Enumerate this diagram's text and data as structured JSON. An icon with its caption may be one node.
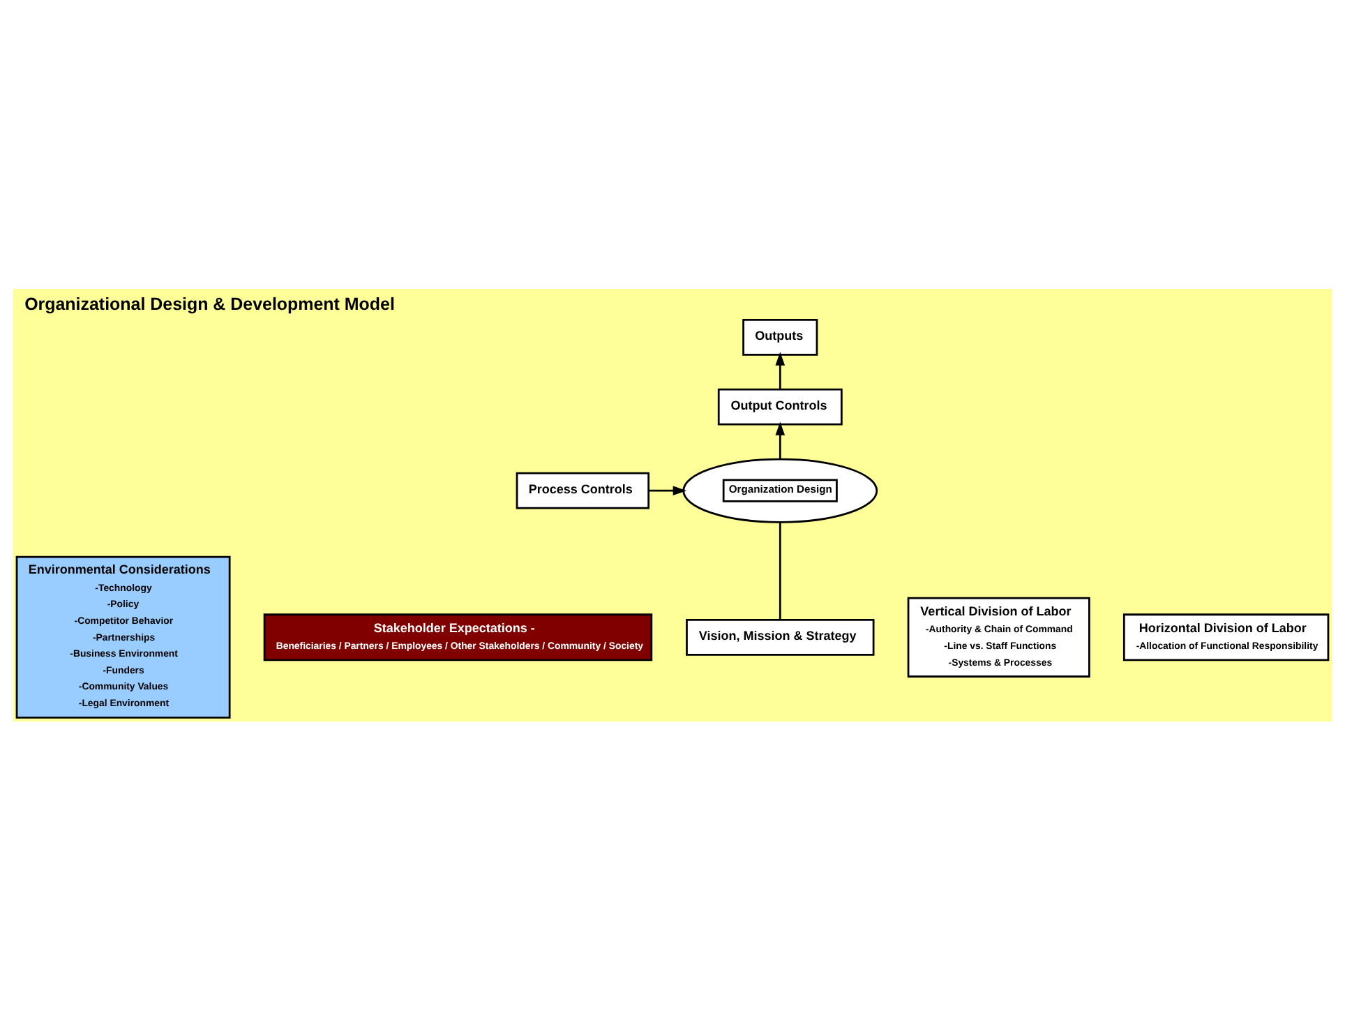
{
  "diagram": {
    "title": "Organizational Design & Development Model",
    "nodes": [
      {
        "text": [
          "Environmental Considerations",
          "-Technology",
          "-Policy",
          "-Competitor Behavior",
          "-Partnerships",
          "-Business Environment",
          "-Funders",
          "-Community Values",
          "-Legal Environment"
        ]
      },
      {
        "text": [
          "Stakeholder Expectations -",
          "Beneficiaries / Partners / Employees / Other Stakeholders / Community / Society"
        ]
      },
      {
        "text": [
          "Outputs"
        ]
      },
      {
        "text": [
          "Output Controls"
        ]
      },
      {
        "text": [
          "Process Controls"
        ]
      },
      {
        "text": [
          "Organization Design"
        ]
      },
      {
        "text": [
          "Vision, Mission & Strategy"
        ]
      },
      {
        "text": [
          "Vertical Division of Labor",
          "-Authority & Chain of Command",
          "-Line vs. Staff Functions",
          "-Systems & Processes"
        ]
      },
      {
        "text": [
          "Horizontal Division of Labor",
          "-Allocation of Functional Responsibility"
        ]
      }
    ],
    "edges": [
      {
        "from": 3,
        "to": 2,
        "arrow": "to"
      },
      {
        "from": 5,
        "to": 3,
        "arrow": "to"
      },
      {
        "from": 4,
        "to": 5,
        "arrow": "to"
      },
      {
        "from": 6,
        "to": 5,
        "arrow": "none"
      }
    ]
  }
}
